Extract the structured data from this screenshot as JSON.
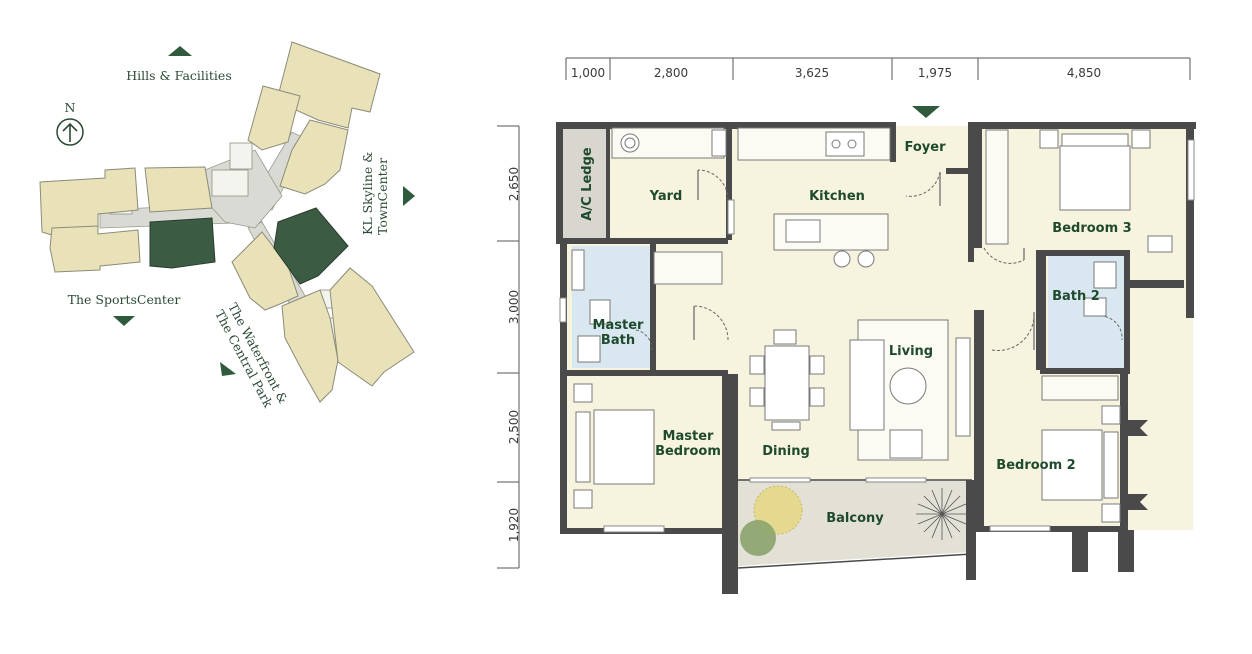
{
  "site_plan": {
    "north_label": "N",
    "labels": {
      "hills": "Hills & Facilities",
      "sports": "The SportsCenter",
      "kl": [
        "KL Skyline &",
        "TownCenter"
      ],
      "waterfront": [
        "The Waterfront &",
        "The Central Park"
      ]
    }
  },
  "floor_plan": {
    "top_dimensions": [
      "1,000",
      "2,800",
      "3,625",
      "1,975",
      "4,850"
    ],
    "side_dimensions": [
      "2,650",
      "3,000",
      "2,500",
      "1,920"
    ],
    "rooms": {
      "ac_ledge": "A/C Ledge",
      "yard": "Yard",
      "kitchen": "Kitchen",
      "foyer": "Foyer",
      "bedroom3": "Bedroom 3",
      "master_bath": [
        "Master",
        "Bath"
      ],
      "bath2": "Bath 2",
      "living": "Living",
      "master_bedroom": [
        "Master",
        "Bedroom"
      ],
      "dining": "Dining",
      "bedroom2": "Bedroom 2",
      "balcony": "Balcony"
    }
  },
  "colors": {
    "wall": "#4a4a4a",
    "floor": "#f6f3de",
    "bath": "#d9e8f0",
    "building": "#e9e2b8",
    "highlight": "#3b5b43",
    "accent": "#2f5a3b"
  }
}
